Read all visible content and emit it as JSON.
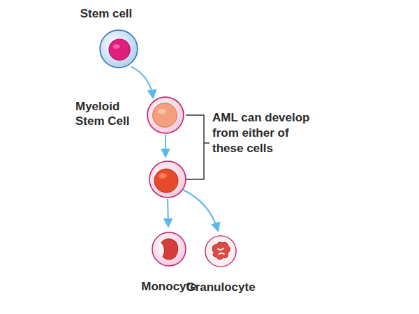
{
  "diagram": {
    "nodes": [
      {
        "text": [
          "Stem cell"
        ]
      },
      {
        "text": [
          "Myeloid Stem Cell"
        ]
      },
      {
        "text": [
          "Monocyte"
        ]
      },
      {
        "text": [
          "Granulocyte"
        ]
      }
    ],
    "edges": [
      {
        "from": 0,
        "to": 1,
        "arrow": "to"
      }
    ],
    "labels": [
      "AML can develop from either of these cells"
    ]
  }
}
